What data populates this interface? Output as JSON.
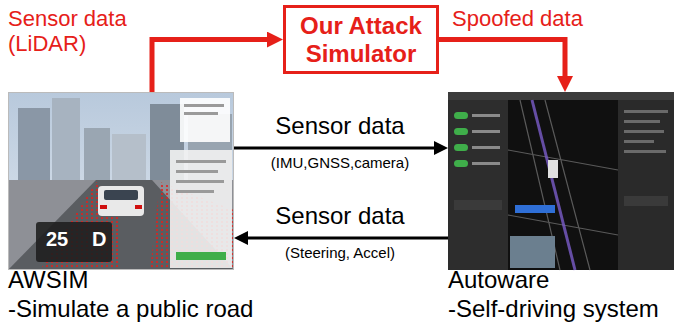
{
  "diagram": {
    "nodes": [
      {
        "text": [
          "Our Attack Simulator"
        ]
      },
      {
        "text": [
          "AWSIM",
          "-Simulate a public road"
        ]
      },
      {
        "text": [
          "Autoware",
          "-Self-driving system"
        ]
      }
    ],
    "edges": [
      {
        "from": 1,
        "to": 0,
        "label": "Sensor data (LiDAR)",
        "arrow": "to"
      },
      {
        "from": 0,
        "to": 2,
        "label": "Spoofed data",
        "arrow": "to"
      },
      {
        "from": 1,
        "to": 2,
        "label": "Sensor data",
        "arrow": "to"
      },
      {
        "from": 2,
        "to": 1,
        "label": "Sensor data",
        "arrow": "to"
      }
    ],
    "labels": [
      "25",
      "D",
      "(IMU,GNSS,camera)",
      "(Steering, Accel)"
    ]
  }
}
